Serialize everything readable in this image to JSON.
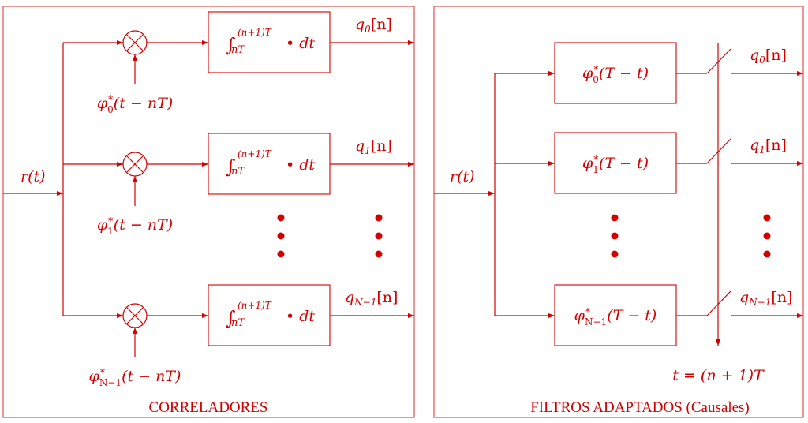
{
  "colors": {
    "primary": "#d40000",
    "frame": "#e36a6a"
  },
  "correlators": {
    "title": "CORRELADORES",
    "input_label": "r(t)",
    "branches": [
      {
        "ref_base": "φ",
        "ref_sup": "*",
        "ref_sub": "0",
        "ref_arg": "(t − nT)",
        "int_sup": "(n+1)T",
        "int_sub": "nT",
        "int_body": "• dt",
        "out_base": "q",
        "out_sub": "0",
        "out_arg": "[n]"
      },
      {
        "ref_base": "φ",
        "ref_sup": "*",
        "ref_sub": "1",
        "ref_arg": "(t − nT)",
        "int_sup": "(n+1)T",
        "int_sub": "nT",
        "int_body": "• dt",
        "out_base": "q",
        "out_sub": "1",
        "out_arg": "[n]"
      },
      {
        "ref_base": "φ",
        "ref_sup": "*",
        "ref_sub": "N−1",
        "ref_arg": "(t − nT)",
        "int_sup": "(n+1)T",
        "int_sub": "nT",
        "int_body": "• dt",
        "out_base": "q",
        "out_sub": "N−1",
        "out_arg": "[n]"
      }
    ],
    "integral_sign": "∫",
    "multiplier_symbol": "×"
  },
  "matched_filters": {
    "title": "FILTROS ADAPTADOS (Causales)",
    "input_label": "r(t)",
    "sampling_label": "t = (n + 1)T",
    "branches": [
      {
        "filt_base": "φ",
        "filt_sup": "*",
        "filt_sub": "0",
        "filt_arg": "(T − t)",
        "out_base": "q",
        "out_sub": "0",
        "out_arg": "[n]"
      },
      {
        "filt_base": "φ",
        "filt_sup": "*",
        "filt_sub": "1",
        "filt_arg": "(T − t)",
        "out_base": "q",
        "out_sub": "1",
        "out_arg": "[n]"
      },
      {
        "filt_base": "φ",
        "filt_sup": "*",
        "filt_sub": "N−1",
        "filt_arg": "(T − t)",
        "out_base": "q",
        "out_sub": "N−1",
        "out_arg": "[n]"
      }
    ]
  }
}
